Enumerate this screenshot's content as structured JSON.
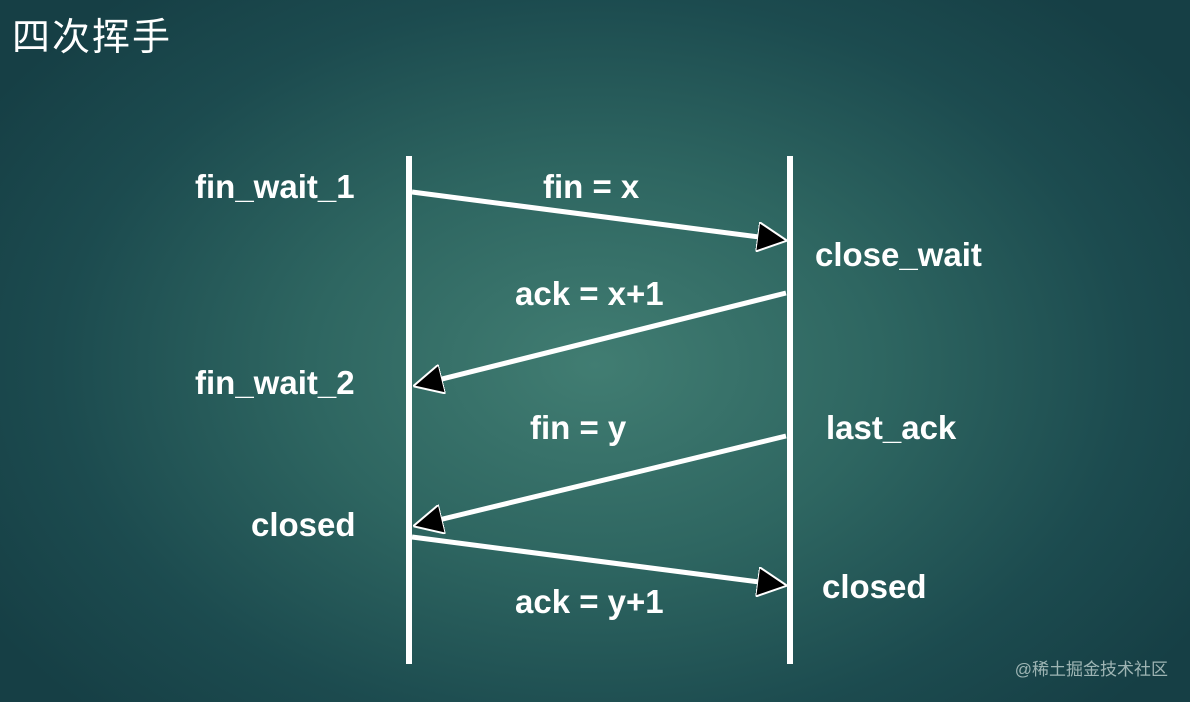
{
  "title": "四次挥手",
  "client_states": [
    "fin_wait_1",
    "fin_wait_2",
    "closed"
  ],
  "server_states": [
    "close_wait",
    "last_ack",
    "closed"
  ],
  "messages": [
    "fin = x",
    "ack = x+1",
    "fin = y",
    "ack = y+1"
  ],
  "watermark": "@稀土掘金技术社区",
  "colors": {
    "line": "#ffffff",
    "arrowhead": "#000000"
  }
}
